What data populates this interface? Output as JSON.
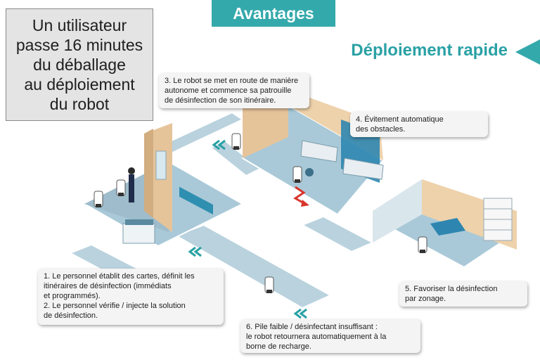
{
  "intro": {
    "lines": [
      "Un utilisateur",
      "passe 16 minutes",
      "du déballage",
      "au déploiement",
      "du robot"
    ]
  },
  "banner": {
    "title": "Avantages"
  },
  "subtitle": "Déploiement rapide",
  "colors": {
    "teal": "#34a9ac",
    "subtitle_teal": "#2aa1a5",
    "floor": "#a9c9d8",
    "wall": "#e6c49a",
    "corridor": "#b9d2de",
    "callout_bg": "#f4f4f4"
  },
  "callouts": {
    "step3": [
      "3. Le robot se met en route de manière",
      "autonome et commence sa patrouille",
      "de désinfection de son itinéraire."
    ],
    "step4": [
      "4. Évitement automatique",
      "des obstacles."
    ],
    "step1": [
      "1. Le personnel établit des cartes, définit les",
      "itinéraires de désinfection (immédiats",
      "et programmés).",
      "2. Le personnel vérifie / injecte la solution",
      "de désinfection."
    ],
    "step5": [
      "5. Favoriser la désinfection",
      "par zonage."
    ],
    "step6": [
      "6. Pile faible / désinfectant insuffisant :",
      "le robot retournera automatiquement à la",
      "borne de recharge."
    ]
  },
  "icons": {
    "marker": "triangle-pointer-icon",
    "robot": "disinfection-robot-icon",
    "path_arrow": "double-chevron-icon",
    "obstacle_arrow": "red-zigzag-arrow-icon"
  }
}
